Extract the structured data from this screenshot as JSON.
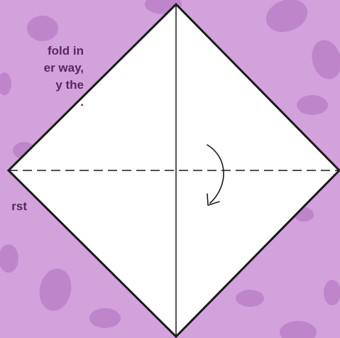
{
  "instruction": {
    "lines": [
      "fold in",
      "er way,",
      "y the",
      "."
    ]
  },
  "step_note": "rst",
  "colors": {
    "background": "#d3a1dc",
    "blob": "#bf85cb",
    "paper": "#ffffff",
    "line": "#1a1a1a",
    "text": "#5a2760"
  },
  "icons": {
    "fold_arrow": "curved-arrow-icon"
  }
}
